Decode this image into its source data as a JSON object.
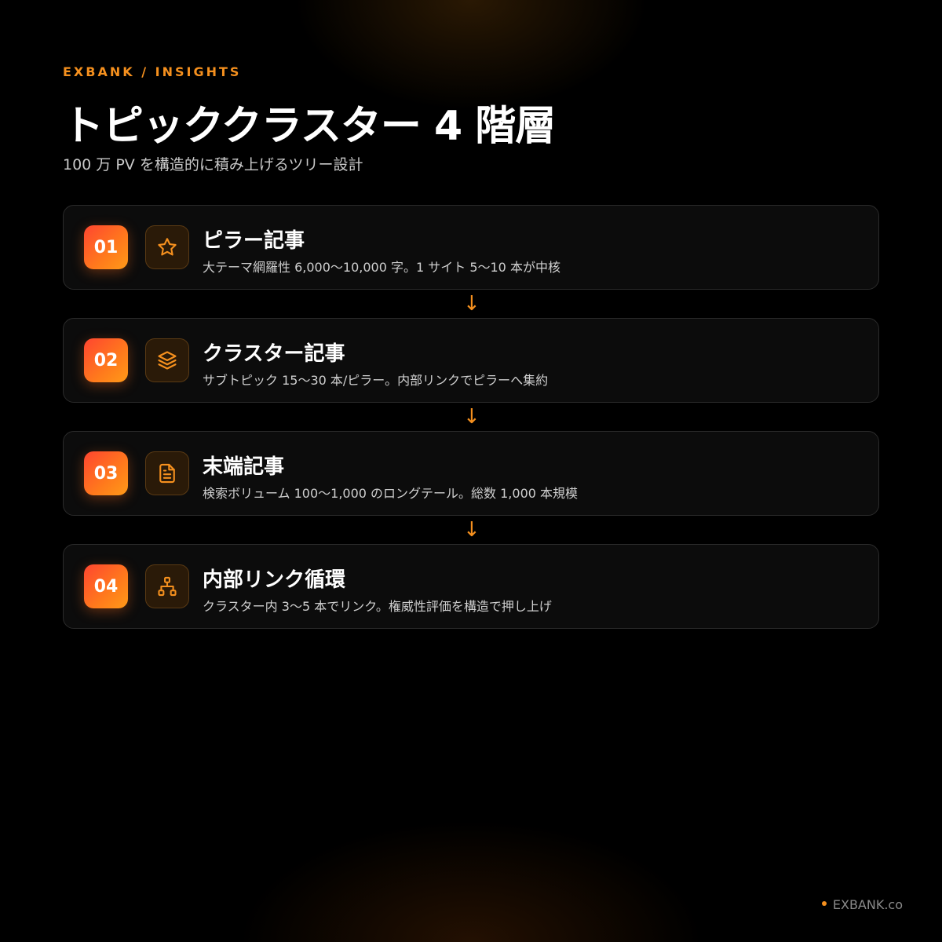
{
  "header": {
    "eyebrow": "EXBANK / INSIGHTS",
    "title": "トピッククラスター 4 階層",
    "subtitle": "100 万 PV を構造的に積み上げるツリー設計"
  },
  "colors": {
    "accent": "#f5901e",
    "badge_gradient_start": "#ff4530",
    "badge_gradient_end": "#ff9a18",
    "background": "#000000",
    "card_background": "#0c0c0c"
  },
  "steps": [
    {
      "number": "01",
      "icon": "star-icon",
      "title": "ピラー記事",
      "description": "大テーマ網羅性 6,000〜10,000 字。1 サイト 5〜10 本が中核"
    },
    {
      "number": "02",
      "icon": "layers-icon",
      "title": "クラスター記事",
      "description": "サブトピック 15〜30 本/ピラー。内部リンクでピラーへ集約"
    },
    {
      "number": "03",
      "icon": "document-icon",
      "title": "末端記事",
      "description": "検索ボリューム 100〜1,000 のロングテール。総数 1,000 本規模"
    },
    {
      "number": "04",
      "icon": "hierarchy-icon",
      "title": "内部リンク循環",
      "description": "クラスター内 3〜5 本でリンク。権威性評価を構造で押し上げ"
    }
  ],
  "connector_arrow": "↓",
  "footer": {
    "brand": "EXBANK.co"
  }
}
